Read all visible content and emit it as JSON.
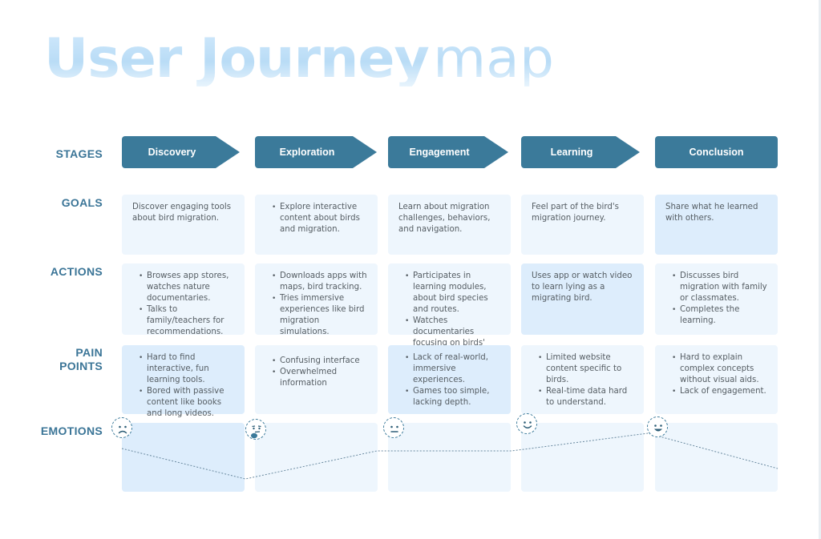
{
  "title": {
    "bold": "User Journey",
    "light": "map"
  },
  "row_labels": {
    "stages": "STAGES",
    "goals": "GOALS",
    "actions": "ACTIONS",
    "pain_points": "PAIN\nPOINTS",
    "emotions": "EMOTIONS"
  },
  "stages": [
    {
      "label": "Discovery"
    },
    {
      "label": "Exploration"
    },
    {
      "label": "Engagement"
    },
    {
      "label": "Learning"
    },
    {
      "label": "Conclusion"
    }
  ],
  "goals": [
    {
      "text": "Discover engaging tools about bird migration."
    },
    {
      "bullets": [
        "Explore interactive content about birds and migration."
      ]
    },
    {
      "text": "Learn about migration challenges, behaviors, and navigation."
    },
    {
      "text": "Feel part of the bird's migration journey."
    },
    {
      "text": "Share what he learned with others."
    }
  ],
  "actions": [
    {
      "bullets": [
        "Browses app stores, watches nature documentaries.",
        "Talks to family/teachers for recommendations."
      ]
    },
    {
      "bullets": [
        "Downloads apps with maps, bird tracking.",
        "Tries immersive experiences like bird migration simulations."
      ]
    },
    {
      "bullets": [
        "Participates in learning modules, about bird species and routes.",
        "Watches documentaries focusing on birds' journeys."
      ]
    },
    {
      "text": "Uses app or watch video to learn lying as a migrating bird."
    },
    {
      "bullets": [
        "Discusses bird migration with family or classmates.",
        "Completes the learning."
      ]
    }
  ],
  "pain_points": [
    {
      "bullets": [
        "Hard to find interactive, fun learning tools.",
        "Bored with passive content like books and long videos."
      ]
    },
    {
      "bullets": [
        "Confusing interface",
        "Overwhelmed information"
      ]
    },
    {
      "bullets": [
        "Lack of real-world, immersive experiences.",
        "Games too simple, lacking depth."
      ]
    },
    {
      "bullets": [
        "Limited website content specific to birds.",
        "Real-time data hard to understand."
      ]
    },
    {
      "bullets": [
        "Hard to explain complex concepts without visual aids.",
        "Lack of engagement."
      ]
    }
  ],
  "emotions": [
    {
      "icon": "sad-face-icon"
    },
    {
      "icon": "thinking-face-icon"
    },
    {
      "icon": "neutral-face-icon"
    },
    {
      "icon": "smile-face-icon"
    },
    {
      "icon": "happy-face-icon"
    }
  ],
  "colors": {
    "stage_fill": "#3b7a9a",
    "label_text": "#3b7597",
    "cell_light": "#eef6fd",
    "cell_dark": "#ddedfc",
    "title_gradient": "#b9dcf6"
  }
}
